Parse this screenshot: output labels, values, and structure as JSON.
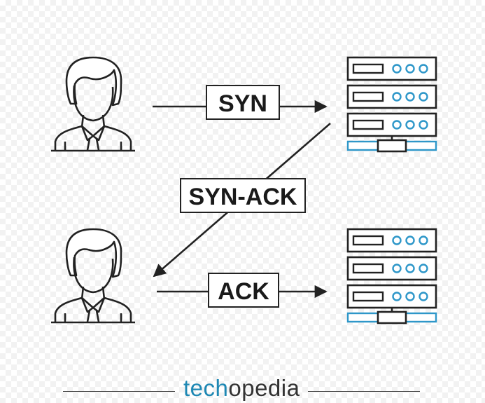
{
  "steps": {
    "syn": "SYN",
    "syn_ack": "SYN-ACK",
    "ack": "ACK"
  },
  "brand": {
    "name_part1": "tech",
    "name_part2": "opedi",
    "name_tail": "a"
  },
  "icons": {
    "client": "user-icon",
    "server": "server-rack-icon"
  },
  "colors": {
    "line": "#222222",
    "accent": "#2e97c9",
    "brand_blue": "#1e88b4",
    "brand_dark": "#333333"
  }
}
